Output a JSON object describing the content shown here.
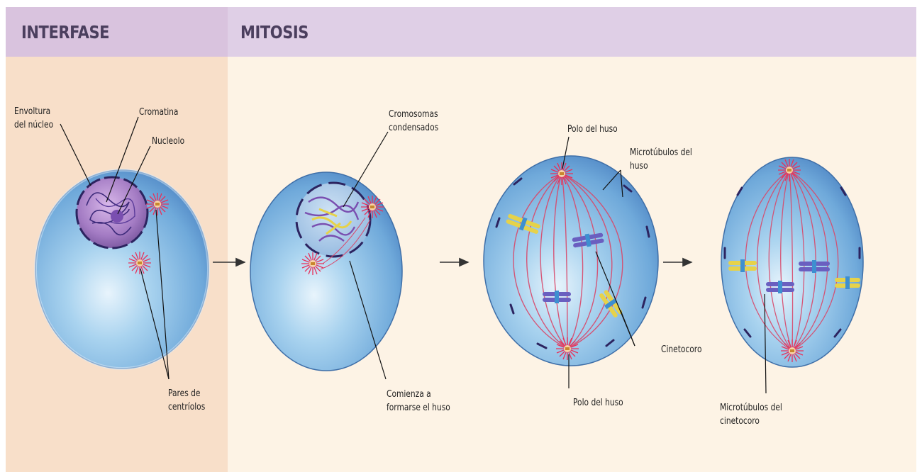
{
  "headers": {
    "interphase": "INTERFASE",
    "mitosis": "MITOSIS"
  },
  "labels": {
    "envoltura": "Envoltura\ndel núcleo",
    "cromatina": "Cromatina",
    "nucleolo": "Nucleolo",
    "pares_centriolos": "Pares de\ncentríolos",
    "cromosomas_condensados": "Cromosomas\ncondensados",
    "comienza_huso": "Comienza a\nformarse el huso",
    "polo_huso_top": "Polo del huso",
    "microtubulos_huso": "Microtúbulos del\nhuso",
    "cinetocoro": "Cinetocoro",
    "polo_huso_bottom": "Polo del huso",
    "microtubulos_cinetocoro": "Microtúbulos del\ncinetocoro"
  },
  "colors": {
    "interphase_bg": "#f8dfc9",
    "mitosis_bg": "#fdf3e5",
    "header_bg": "#dfcfe6",
    "cell_blue": "#7fb8e0",
    "nucleus_purple": "#a47cc4",
    "spindle_red": "#d9486a",
    "chromosome_yellow": "#e6d24a",
    "chromosome_purple": "#6a5fc0"
  }
}
